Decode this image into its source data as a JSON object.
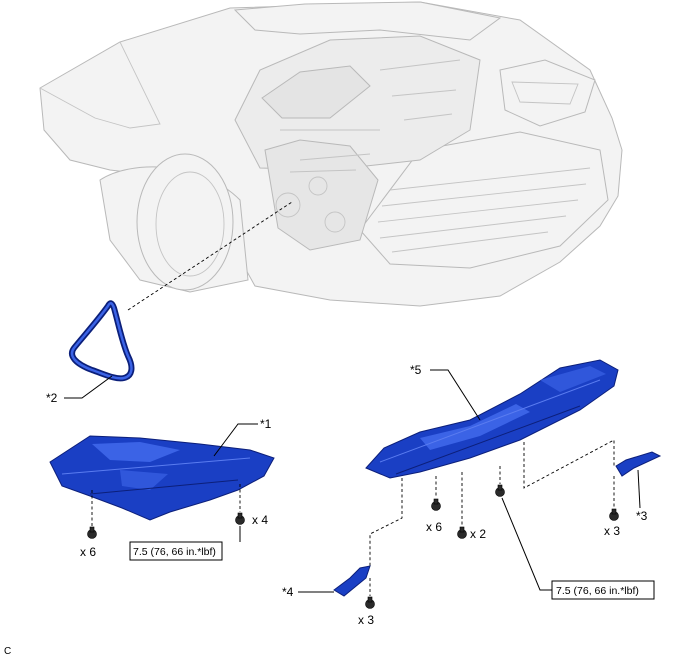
{
  "callouts": {
    "part1": "*1",
    "part2": "*2",
    "part3": "*3",
    "part4": "*4",
    "part5": "*5"
  },
  "quantities": {
    "left_cover_bottom": "x 6",
    "left_cover_side": "x 4",
    "center_cover_left": "x 6",
    "center_cover_mid": "x 2",
    "right_bracket": "x 3",
    "left_bracket": "x 3"
  },
  "torque": {
    "left": "7.5 (76, 66 in.*lbf)",
    "right": "7.5 (76, 66 in.*lbf)"
  },
  "corner_code": "C",
  "colors": {
    "part_blue": "#1a3fc4",
    "car_gray": "#f3f3f3"
  }
}
